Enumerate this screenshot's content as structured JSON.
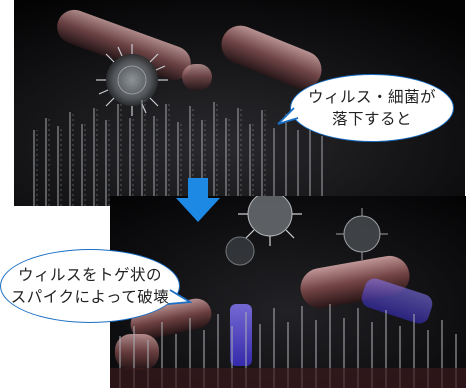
{
  "caption_top": {
    "line1": "ウィルス・細菌が",
    "line2": "落下すると"
  },
  "caption_bottom": {
    "line1": "ウィルスをトゲ状の",
    "line2": "スパイクによって破壊"
  },
  "colors": {
    "bubble_border": "#1a6fc4",
    "arrow": "#1e88e5",
    "background": "#050507",
    "bacteria": "#b77a7a",
    "spike_glow": "#6d5cf0"
  },
  "icons": {
    "arrow": "down-arrow-icon",
    "virus": "virus-icon",
    "bacteria": "bacteria-icon"
  }
}
